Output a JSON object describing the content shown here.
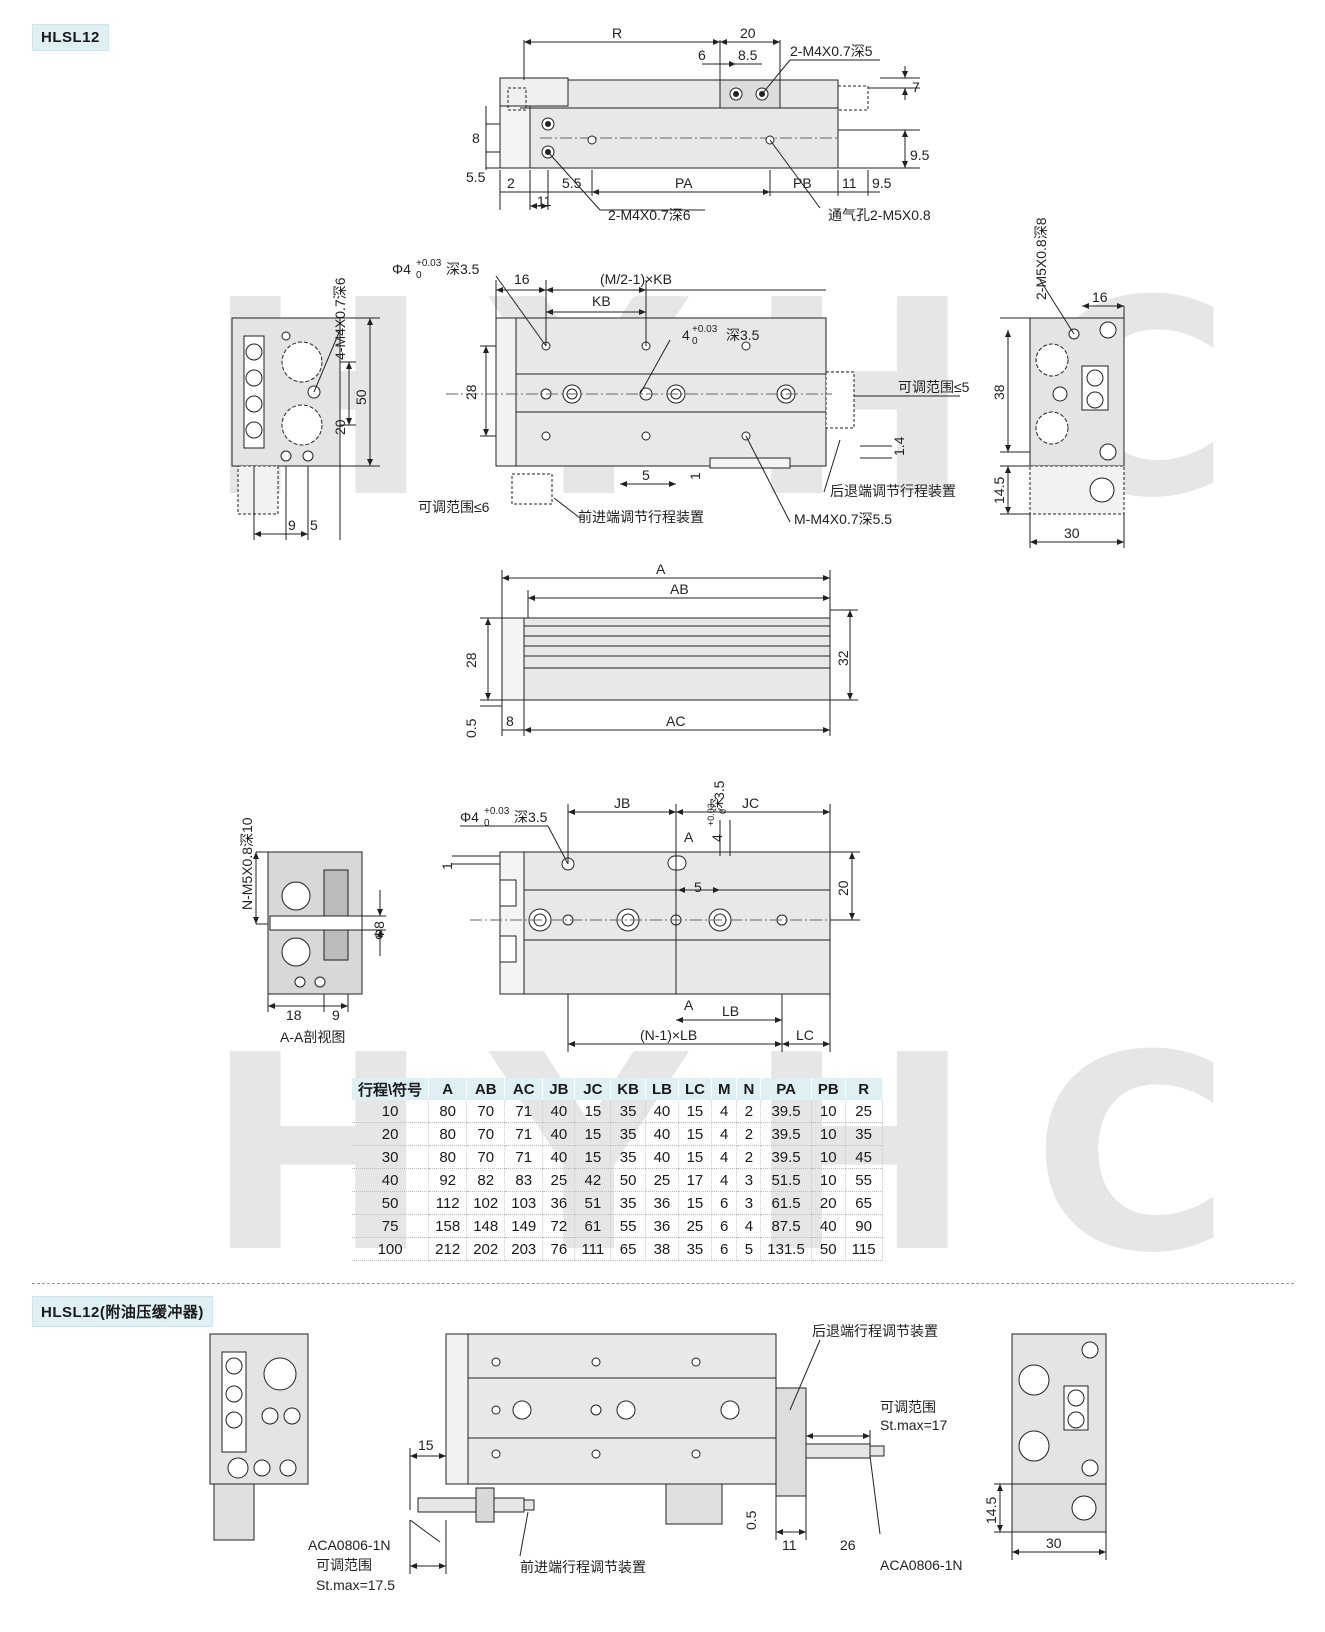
{
  "sections": {
    "main_title": "HLSL12",
    "buffer_title": "HLSL12(附油压缓冲器)"
  },
  "watermark": "HYHC",
  "labels": {
    "R": "R",
    "d20": "20",
    "d6": "6",
    "d85": "8.5",
    "m4_depth5": "2-M4X0.7深5",
    "d7": "7",
    "d8": "8",
    "d55a": "5.5",
    "d2": "2",
    "d55b": "5.5",
    "PA": "PA",
    "PB": "PB",
    "d11a": "11",
    "d95a": "9.5",
    "d95b": "9.5",
    "d11b": "11",
    "m4_depth6": "2-M4X0.7深6",
    "vent": "通气孔2-M5X0.8",
    "phi4": "Φ4",
    "tol003": "+0.03",
    "tol0": "0",
    "depth35": "深3.5",
    "d16a": "16",
    "mkb": "(M/2-1)×KB",
    "KB": "KB",
    "phi4b": "4",
    "depth35b": "深3.5",
    "d28a": "28",
    "d5a": "5",
    "d1a": "1",
    "adj5": "可调范围≤5",
    "d14": "1.4",
    "rear_adj": "后退端调节行程装置",
    "adj6": "可调范围≤6",
    "front_adj": "前进端调节行程装置",
    "m_m4": "M-M4X0.7深5.5",
    "m4x4": "4-M4X0.7深6",
    "d50": "50",
    "d20b": "20",
    "d9": "9",
    "d5b": "5",
    "m5_depth8": "2-M5X0.8深8",
    "d16b": "16",
    "d38": "38",
    "d145a": "14.5",
    "d30a": "30",
    "A": "A",
    "AB": "AB",
    "d28b": "28",
    "d32": "32",
    "d05a": "0.5",
    "d8b": "8",
    "AC": "AC",
    "nm5": "N-M5X0.8深10",
    "phi8": "Φ8",
    "d18": "18",
    "d9b": "9",
    "section_aa": "A-A剖视图",
    "phi4c": "Φ4",
    "depth35c": "深3.5",
    "d1b": "1",
    "JB": "JB",
    "A_mark1": "A",
    "d35v": "3.5",
    "d4v": "4",
    "depth_v": "深",
    "JC": "JC",
    "d5c": "5",
    "d20c": "20",
    "A_mark2": "A",
    "LB": "LB",
    "nlb": "(N-1)×LB",
    "LC": "LC",
    "b_rear": "后退端行程调节装置",
    "b_adj1": "可调范围",
    "b_stmax17": "St.max=17",
    "d15": "15",
    "d05b": "0.5",
    "d11c": "11",
    "d26": "26",
    "aca_a": "ACA0806-1N",
    "aca_b": "ACA0806-1N",
    "b_adj2": "可调范围",
    "b_stmax175": "St.max=17.5",
    "b_front": "前进端行程调节装置",
    "d145b": "14.5",
    "d30b": "30"
  },
  "table": {
    "headers": [
      "行程\\符号",
      "A",
      "AB",
      "AC",
      "JB",
      "JC",
      "KB",
      "LB",
      "LC",
      "M",
      "N",
      "PA",
      "PB",
      "R"
    ],
    "rows": [
      [
        "10",
        "80",
        "70",
        "71",
        "40",
        "15",
        "35",
        "40",
        "15",
        "4",
        "2",
        "39.5",
        "10",
        "25"
      ],
      [
        "20",
        "80",
        "70",
        "71",
        "40",
        "15",
        "35",
        "40",
        "15",
        "4",
        "2",
        "39.5",
        "10",
        "35"
      ],
      [
        "30",
        "80",
        "70",
        "71",
        "40",
        "15",
        "35",
        "40",
        "15",
        "4",
        "2",
        "39.5",
        "10",
        "45"
      ],
      [
        "40",
        "92",
        "82",
        "83",
        "25",
        "42",
        "50",
        "25",
        "17",
        "4",
        "3",
        "51.5",
        "10",
        "55"
      ],
      [
        "50",
        "112",
        "102",
        "103",
        "36",
        "51",
        "35",
        "36",
        "15",
        "6",
        "3",
        "61.5",
        "20",
        "65"
      ],
      [
        "75",
        "158",
        "148",
        "149",
        "72",
        "61",
        "55",
        "36",
        "25",
        "6",
        "4",
        "87.5",
        "40",
        "90"
      ],
      [
        "100",
        "212",
        "202",
        "203",
        "76",
        "111",
        "65",
        "38",
        "35",
        "6",
        "5",
        "131.5",
        "50",
        "115"
      ]
    ]
  }
}
